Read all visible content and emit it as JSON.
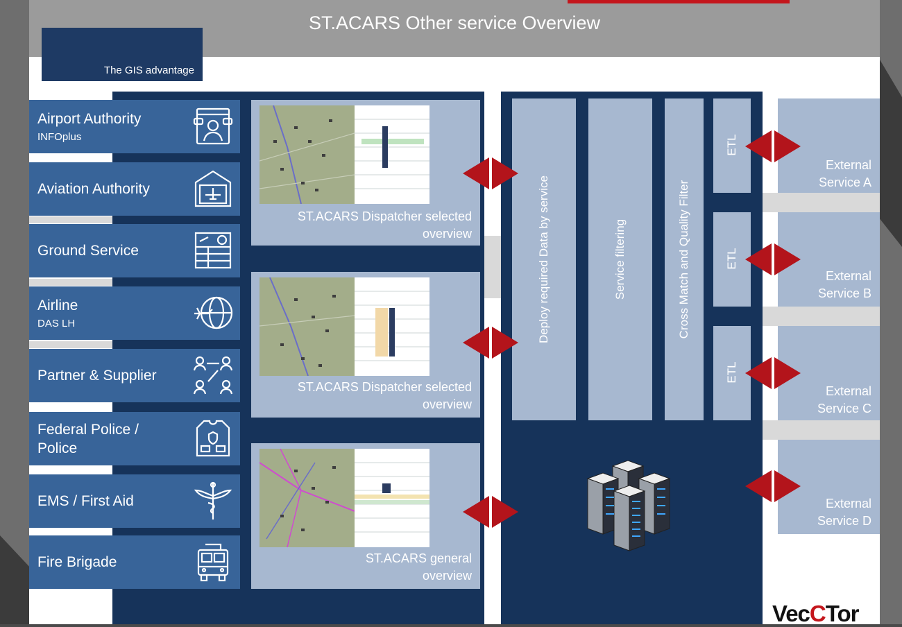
{
  "title": "ST.ACARS Other service Overview",
  "gis_label": "The GIS advantage",
  "stakeholders": [
    {
      "title": "Airport Authority",
      "sub": "INFOplus",
      "icon": "operator-screen-icon"
    },
    {
      "title": "Aviation Authority",
      "sub": "",
      "icon": "hangar-icon"
    },
    {
      "title": "Ground Service",
      "sub": "",
      "icon": "flight-board-icon"
    },
    {
      "title": "Airline",
      "sub": "DAS LH",
      "icon": "globe-plane-icon"
    },
    {
      "title": "Partner & Supplier",
      "sub": "",
      "icon": "partnership-icon"
    },
    {
      "title": "Federal Police /",
      "sub2": "Police",
      "icon": "police-vest-icon"
    },
    {
      "title": "EMS / First Aid",
      "sub": "",
      "icon": "caduceus-icon"
    },
    {
      "title": "Fire Brigade",
      "sub": "",
      "icon": "fire-truck-icon"
    }
  ],
  "panels": [
    {
      "line1": "ST.ACARS Dispatcher selected",
      "line2": "overview"
    },
    {
      "line1": "ST.ACARS Dispatcher selected",
      "line2": "overview"
    },
    {
      "line1": "ST.ACARS general",
      "line2": "overview"
    }
  ],
  "columns": [
    "Deploy required Data by service",
    "Service filtering",
    "Cross Match and Quality Filter"
  ],
  "etl": [
    "ETL",
    "ETL",
    "ETL"
  ],
  "external": [
    {
      "line1": "External",
      "line2": "Service A"
    },
    {
      "line1": "External",
      "line2": "Service B"
    },
    {
      "line1": "External",
      "line2": "Service C"
    },
    {
      "line1": "External",
      "line2": "Service D"
    }
  ],
  "logo": {
    "part1": "Vec",
    "part2": "C",
    "part3": "Tor"
  },
  "colors": {
    "navy": "#16335a",
    "stake_blue": "#386499",
    "panel": "#a7b8d0",
    "arrow_red": "#b3141b",
    "header": "#9b9b9b"
  }
}
